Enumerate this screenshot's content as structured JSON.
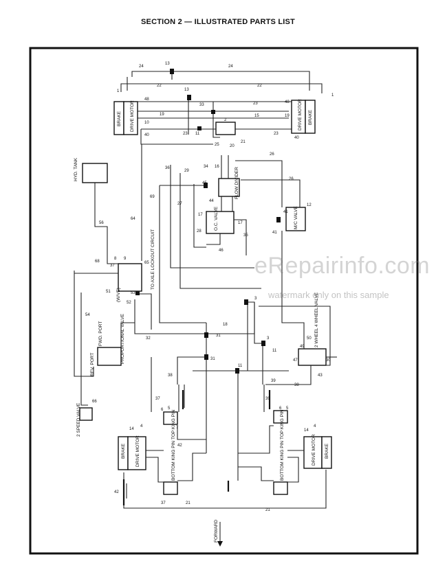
{
  "header": {
    "title": "SECTION 2 — ILLUSTRATED PARTS LIST"
  },
  "watermark": {
    "site": "eRepairinfo.com",
    "note": "watermark only on this sample"
  },
  "components": {
    "brake_tl": "BRAKE",
    "drive_motor_tl": "DRIVE MOTOR",
    "brake_tr": "BRAKE",
    "drive_motor_tr": "DRIVE MOTOR",
    "hyd_tank": "HYD. TANK",
    "flow_divider": "FLOW DIVIDER",
    "oc_valve": "O.C. VALVE",
    "mc_valve": "M/C VALVE",
    "axle_lockout": "TO AXLE LOCKOUT CIRCUIT",
    "pump": "(W/VE)",
    "two_wheel_valve": "2 WHEEL 4 WHEEL VALVE",
    "proportional_valve": "PROPORTIONAL VALVE",
    "fwd_port": "FWD. PORT",
    "rev_port": "REV. PORT",
    "two_speed_valve": "2 SPEED VALVE",
    "top_king_pin_l": "TOP KING PIN",
    "bottom_king_pin_l": "BOTTOM KING PIN",
    "top_king_pin_r": "TOP KING PIN",
    "bottom_king_pin_r": "BOTTOM KING PIN",
    "brake_bl": "BRAKE",
    "drive_motor_bl": "DRIVE MOTOR",
    "brake_br": "BRAKE",
    "drive_motor_br": "DRIVE MOTOR",
    "forward": "FORWARD"
  },
  "callouts": {
    "n24a": "24",
    "n13a": "13",
    "n24b": "24",
    "n1a": "1",
    "n22a": "22",
    "n13b": "13",
    "n22b": "22",
    "n1b": "1",
    "n48a": "48",
    "n33": "33",
    "n23a": "23",
    "n48b": "48",
    "n19a": "19",
    "n15a": "15",
    "n19b": "19",
    "n10": "10",
    "n23b": "23",
    "n11a": "11",
    "n2": "2",
    "n23c": "23",
    "n40a": "40",
    "n40b": "40",
    "n25": "25",
    "n20": "20",
    "n21a": "21",
    "n26a": "26",
    "n36": "36",
    "n29": "29",
    "n34": "34",
    "n16": "16",
    "n26b": "26",
    "n45": "45",
    "n44": "44",
    "n69": "69",
    "n27": "27",
    "n64": "64",
    "n41a": "41",
    "n12": "12",
    "n17a": "17",
    "n56": "56",
    "n41b": "41",
    "n17b": "17",
    "n28": "28",
    "n35": "35",
    "n46": "46",
    "n68": "68",
    "n37a": "37",
    "n8": "8",
    "n9": "9",
    "n51": "51",
    "n52": "52",
    "n53": "53",
    "n65": "65",
    "n3a": "3",
    "n54": "54",
    "n18": "18",
    "n32": "32",
    "n31a": "31",
    "n3b": "3",
    "n11b": "11",
    "n30": "30",
    "n47": "47",
    "n50": "50",
    "n49": "49",
    "n31b": "31",
    "n38a": "38",
    "n11c": "11",
    "n38b": "38",
    "n39a": "39",
    "n39b": "39",
    "n43": "43",
    "n66": "66",
    "n37b": "37",
    "n6a": "6",
    "n5a": "5",
    "n14a": "14",
    "n4a": "4",
    "n7a": "7",
    "n42a": "42",
    "n37c": "37",
    "n6b": "6",
    "n5b": "5",
    "n14b": "14",
    "n4b": "4",
    "n42b": "42",
    "n21b": "21",
    "n21c": "21"
  }
}
